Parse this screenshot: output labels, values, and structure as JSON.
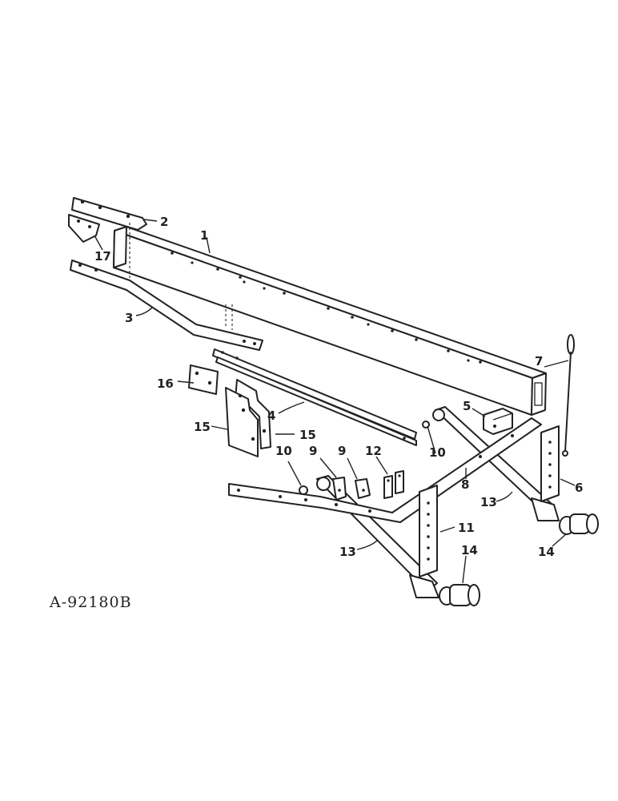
{
  "drawing": {
    "reference_id": "A-92180B",
    "callouts": [
      "1",
      "2",
      "3",
      "4",
      "5",
      "6",
      "7",
      "8",
      "9",
      "9",
      "10",
      "10",
      "11",
      "12",
      "13",
      "13",
      "14",
      "14",
      "15",
      "15",
      "16",
      "17"
    ]
  }
}
